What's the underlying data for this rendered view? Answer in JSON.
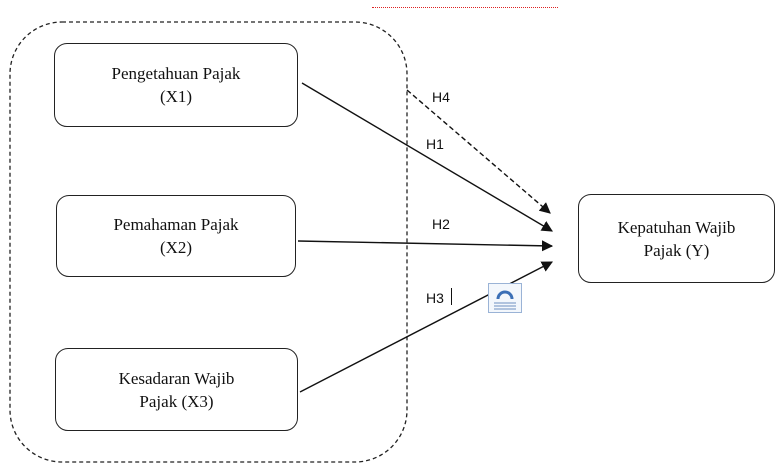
{
  "diagram": {
    "nodes": {
      "x1": {
        "line1": "Pengetahuan Pajak",
        "line2": "(X1)"
      },
      "x2": {
        "line1": "Pemahaman Pajak",
        "line2": "(X2)"
      },
      "x3": {
        "line1": "Kesadaran Wajib",
        "line2": "Pajak (X3)"
      },
      "y": {
        "line1": "Kepatuhan Wajib",
        "line2": "Pajak (Y)"
      }
    },
    "hypotheses": {
      "h1": "H1",
      "h2": "H2",
      "h3": "H3",
      "h4": "H4"
    }
  },
  "colors": {
    "line": "#111111",
    "accent_red": "#d22222",
    "icon_blue": "#3b6fb6"
  },
  "icons": {
    "floating": "word-layout-options-icon"
  }
}
